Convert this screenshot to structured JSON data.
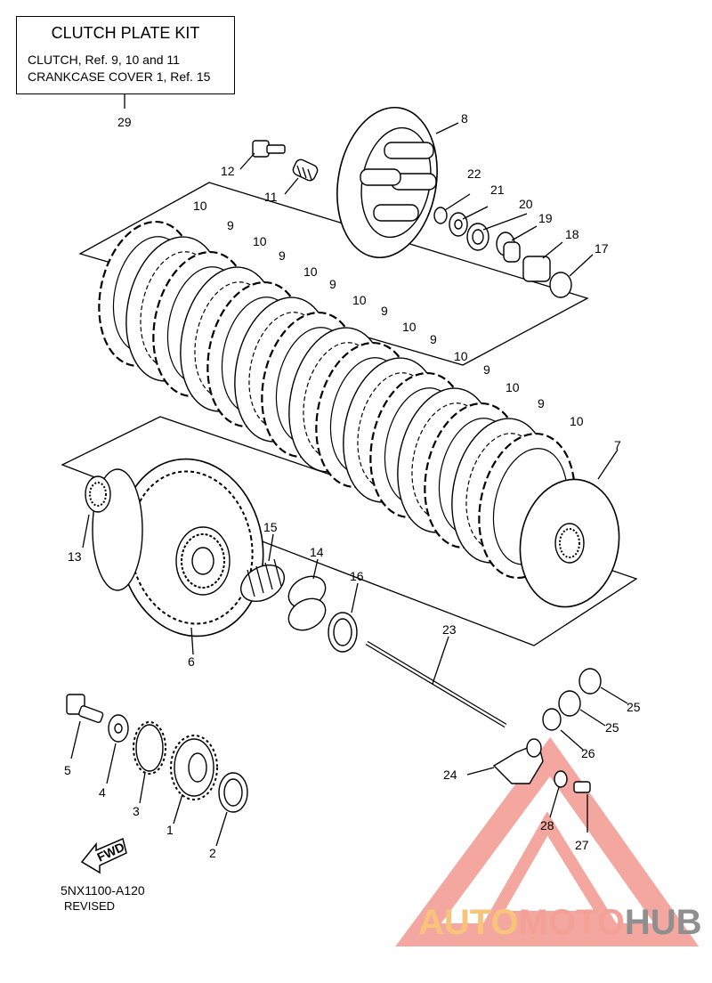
{
  "kit": {
    "title": "CLUTCH PLATE KIT",
    "line1": "CLUTCH, Ref. 9, 10 and 11",
    "line2": "CRANKCASE COVER 1, Ref. 15",
    "ref": "29"
  },
  "refs": {
    "r1": "1",
    "r2": "2",
    "r3": "3",
    "r4": "4",
    "r5": "5",
    "r6": "6",
    "r7": "7",
    "r8": "8",
    "r9a": "9",
    "r9b": "9",
    "r9c": "9",
    "r9d": "9",
    "r9e": "9",
    "r9f": "9",
    "r9g": "9",
    "r10a": "10",
    "r10b": "10",
    "r10c": "10",
    "r10d": "10",
    "r10e": "10",
    "r10f": "10",
    "r10g": "10",
    "r10h": "10",
    "r11": "11",
    "r12": "12",
    "r13": "13",
    "r14": "14",
    "r15": "15",
    "r16": "16",
    "r17": "17",
    "r18": "18",
    "r19": "19",
    "r20": "20",
    "r21": "21",
    "r22": "22",
    "r23": "23",
    "r24": "24",
    "r25a": "25",
    "r25b": "25",
    "r26": "26",
    "r27": "27",
    "r28": "28"
  },
  "fwd_label": "FWD",
  "footer": {
    "code": "5NX1100-A120",
    "revised": "REVISED"
  },
  "watermark": {
    "part1": "AUTO",
    "part2": "MOTO",
    "part3": "HUB"
  },
  "colors": {
    "watermark_yellow": "#f7c47a",
    "watermark_red": "#f3a196",
    "watermark_gray": "#8f8f8f"
  }
}
